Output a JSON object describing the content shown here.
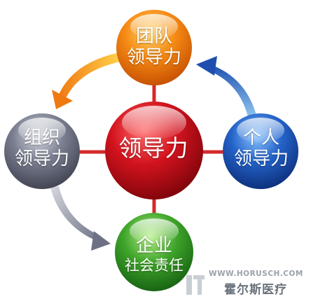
{
  "diagram": {
    "center": {
      "lines": [
        "领导力"
      ]
    },
    "nodes": {
      "top": {
        "lines": [
          "团队",
          "领导力"
        ]
      },
      "left": {
        "lines": [
          "组织",
          "领导力"
        ]
      },
      "right": {
        "lines": [
          "个人",
          "领导力"
        ]
      },
      "bottom": {
        "lines": [
          "企业",
          "社会责任"
        ]
      }
    }
  },
  "colors": {
    "center": "#c0121d",
    "top": "#f07a12",
    "left": "#6c7080",
    "right": "#1f55b0",
    "bottom": "#3a9a27",
    "connector": "#d42a2a"
  },
  "watermark": {
    "url": "WWW.HORUSCH.COM",
    "name": "霍尔斯医疗"
  }
}
